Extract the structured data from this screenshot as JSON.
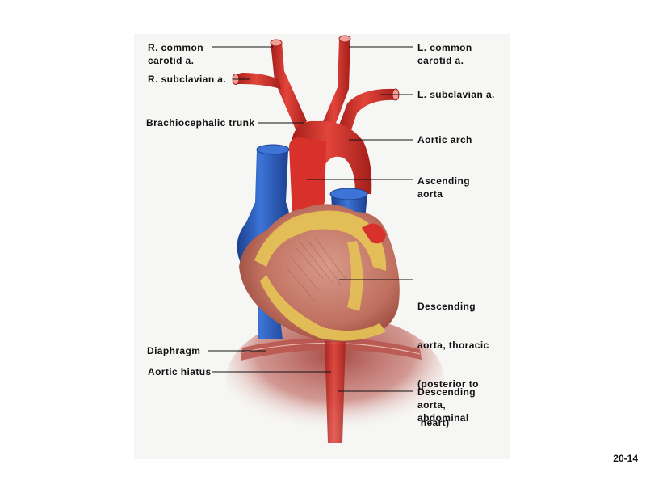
{
  "labels": {
    "r_common_carotid": [
      "R. common",
      "carotid a."
    ],
    "r_subclavian": [
      "R. subclavian a."
    ],
    "brachiocephalic": [
      "Brachiocephalic trunk"
    ],
    "diaphragm": [
      "Diaphragm"
    ],
    "aortic_hiatus": [
      "Aortic hiatus"
    ],
    "l_common_carotid": [
      "L. common",
      "carotid a."
    ],
    "l_subclavian": [
      "L. subclavian a."
    ],
    "aortic_arch": [
      "Aortic arch"
    ],
    "ascending_aorta": [
      "Ascending",
      "aorta"
    ],
    "descending_thoracic": [
      "Descending",
      "aorta, thoracic",
      "(posterior to",
      " heart)"
    ],
    "descending_abdominal": [
      "Descending",
      "aorta,",
      "abdominal"
    ]
  },
  "slide_number": "20-14",
  "colors": {
    "artery": "#d8302a",
    "artery_dark": "#a51e1a",
    "vein": "#2f62c6",
    "vein_dark": "#1b3f8f",
    "heart_muscle": "#c77c6c",
    "fat": "#e8c85a",
    "diaphragm": "#b8554d"
  }
}
